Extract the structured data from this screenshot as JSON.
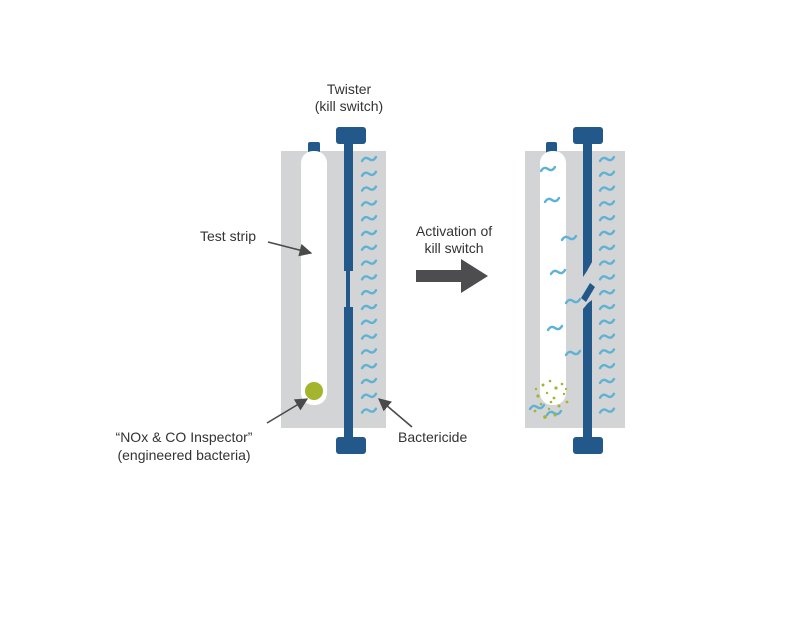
{
  "labels": {
    "twister_line1": "Twister",
    "twister_line2": "(kill switch)",
    "test_strip": "Test strip",
    "inspector_line1": "“NOx & CO Inspector”",
    "inspector_line2": "(engineered bacteria)",
    "bactericide": "Bactericide",
    "activation_line1": "Activation of",
    "activation_line2": "kill switch"
  },
  "colors": {
    "housing": "#d3d4d6",
    "strip": "#ffffff",
    "twister": "#22588a",
    "bactericide": "#5fb2d3",
    "bacteria": "#a4b42c",
    "arrow": "#4d4d4f",
    "text": "#333333",
    "pointer": "#4a4a4a"
  }
}
